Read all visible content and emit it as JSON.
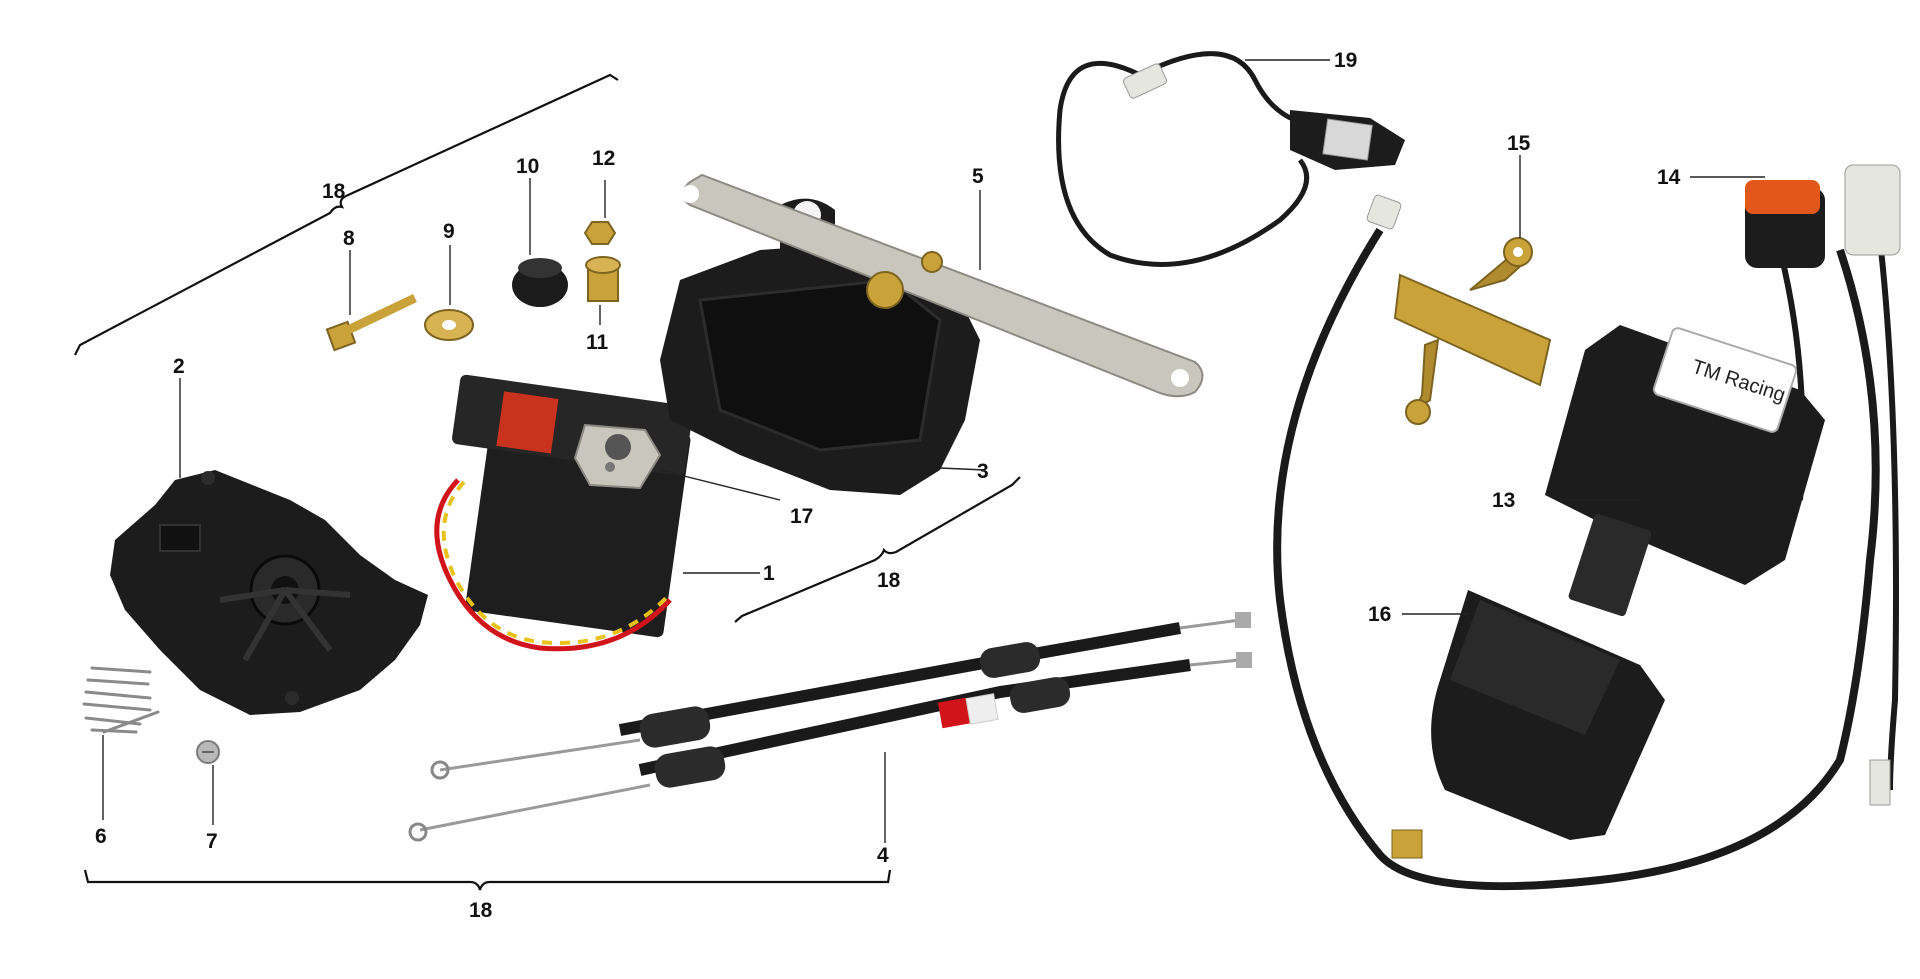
{
  "diagram": {
    "callouts": [
      "1",
      "2",
      "3",
      "4",
      "5",
      "6",
      "7",
      "8",
      "9",
      "10",
      "11",
      "12",
      "13",
      "14",
      "15",
      "16",
      "17",
      "18",
      "19"
    ],
    "brace_label": "18",
    "ecu_label": "TM Racing"
  },
  "colors": {
    "background": "#ffffff",
    "part_black": "#1c1c1c",
    "metal": "#c9c6bd",
    "brass": "#c9a23a",
    "cable_red": "#d0141a",
    "connector_white": "#e6e6e0",
    "connector_orange": "#e2581c"
  }
}
